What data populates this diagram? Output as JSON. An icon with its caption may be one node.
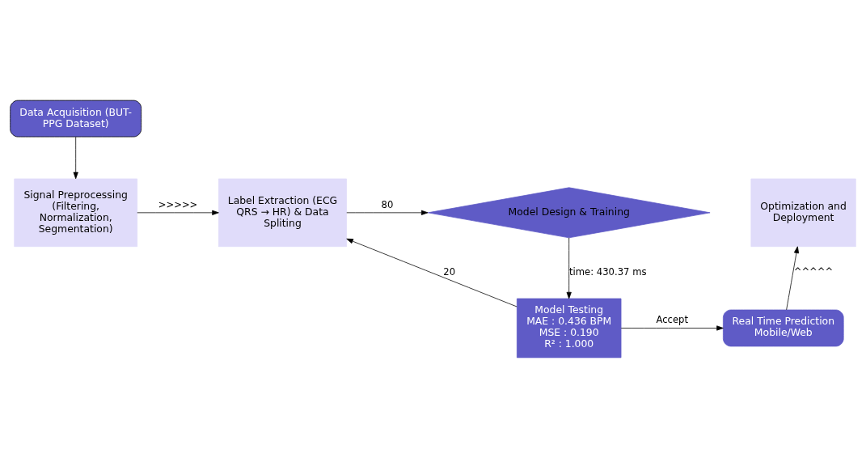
{
  "diagram": {
    "nodes": [
      {
        "text": [
          "Data Acquisition (BUT-PPG Dataset)"
        ]
      },
      {
        "text": [
          "Signal Preprocessing (Filtering, Normalization, Segmentation)"
        ]
      },
      {
        "text": [
          "Label Extraction (ECG QRS → HR) & Data Spliting"
        ]
      },
      {
        "text": [
          "Model Design & Training"
        ]
      },
      {
        "text": [
          "Optimization and Deployment"
        ]
      },
      {
        "text": [
          "Model Testing",
          "MAE : 0.436 BPM",
          "MSE : 0.190",
          "R² : 1.000"
        ]
      },
      {
        "text": [
          "Real Time Prediction Mobile/Web"
        ]
      }
    ],
    "edges": [
      {
        "from": 0,
        "to": 1,
        "arrow": "to"
      },
      {
        "from": 1,
        "to": 2,
        "arrow": "to",
        "label": ">>>>>"
      },
      {
        "from": 2,
        "to": 3,
        "arrow": "to",
        "label": "80"
      },
      {
        "from": 3,
        "to": 5,
        "arrow": "to",
        "label": "time: 430.37 ms"
      },
      {
        "from": 5,
        "to": 2,
        "arrow": "to",
        "label": "20"
      },
      {
        "from": 5,
        "to": 6,
        "arrow": "to",
        "label": "Accept"
      },
      {
        "from": 6,
        "to": 4,
        "arrow": "to",
        "label": "^^^^^"
      }
    ]
  }
}
